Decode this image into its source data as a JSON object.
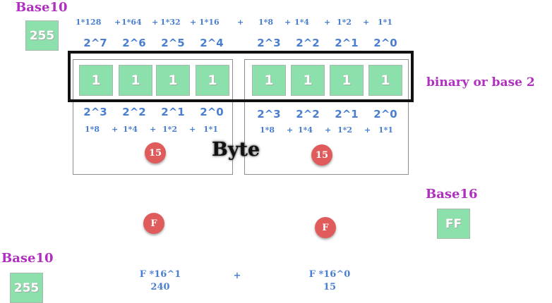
{
  "labels": {
    "base10_top": "Base10",
    "base10_bottom": "Base10",
    "base16": "Base16",
    "binary": "binary or base 2",
    "byte": "Byte"
  },
  "values": {
    "decimal_top": "255",
    "decimal_bottom": "255",
    "hex": "FF"
  },
  "top_multipliers": [
    "1*128",
    "+",
    "1*64",
    "+",
    "1*32",
    "+",
    "1*16",
    "+",
    "1*8",
    "+",
    "1*4",
    "+",
    "1*2",
    "+",
    "1*1"
  ],
  "top_exponents": [
    "2^7",
    "2^6",
    "2^5",
    "2^4",
    "2^3",
    "2^2",
    "2^1",
    "2^0"
  ],
  "bits": [
    "1",
    "1",
    "1",
    "1",
    "1",
    "1",
    "1",
    "1"
  ],
  "lower_exponents_left": [
    "2^3",
    "2^2",
    "2^1",
    "2^0"
  ],
  "lower_exponents_right": [
    "2^3",
    "2^2",
    "2^1",
    "2^0"
  ],
  "lower_multipliers_left": [
    "1*8",
    "+",
    "1*4",
    "+",
    "1*2",
    "+",
    "1*1"
  ],
  "lower_multipliers_right": [
    "1*8",
    "+",
    "1*4",
    "+",
    "1*2",
    "+",
    "1*1"
  ],
  "nibble_sums": [
    "15",
    "15"
  ],
  "nibble_hex": [
    "F",
    "F"
  ],
  "hex_formula": {
    "high_expr": "F *16^1",
    "high_value": "240",
    "plus": "+",
    "low_expr": "F *16^0",
    "low_value": "15"
  },
  "colors": {
    "title": "#b02ec0",
    "box": "#8ce0ab",
    "blue": "#4a7fd0",
    "circle": "#e05c5c"
  }
}
